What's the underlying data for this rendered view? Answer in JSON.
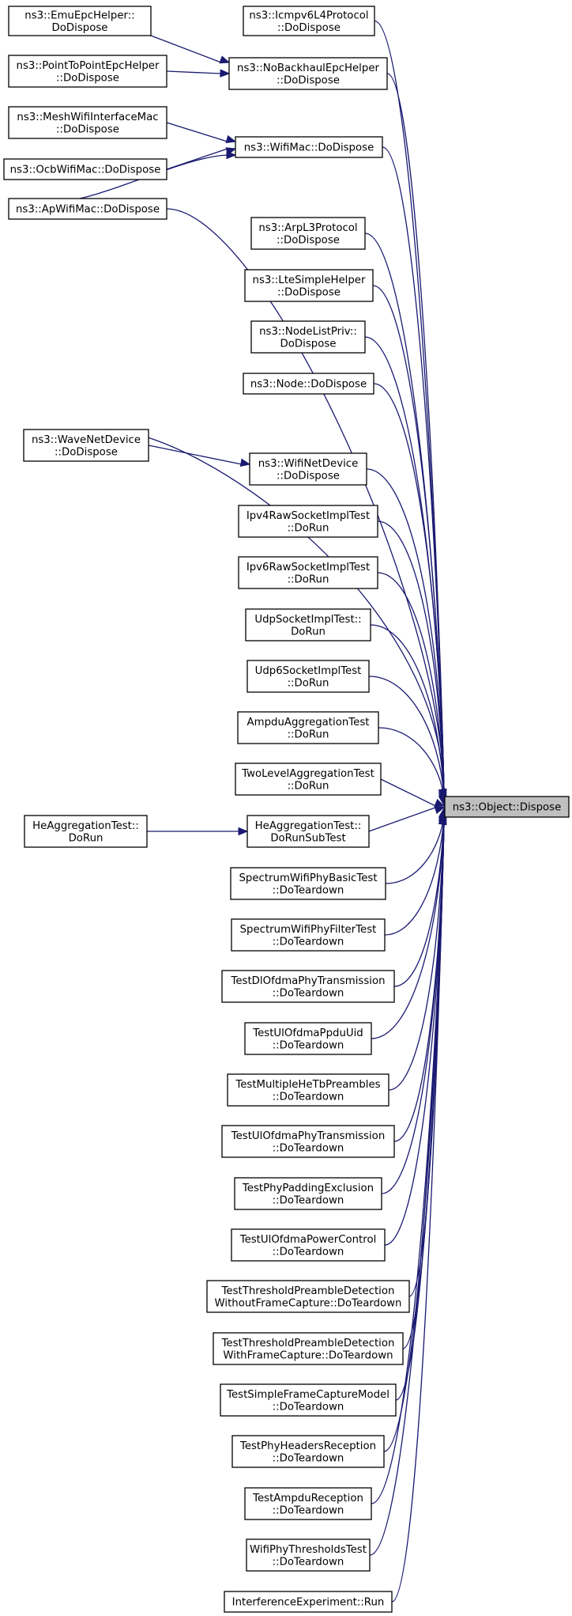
{
  "diagram": {
    "type": "call-graph",
    "direction": "right-to-left",
    "edge_color": "#191970",
    "target_fill": "#bfbfbf",
    "target": "ns3::Object::Dispose",
    "nodes": [
      {
        "id": "target",
        "lines": [
          "ns3::Object::Dispose"
        ]
      },
      {
        "id": "icmpv6l4",
        "lines": [
          "ns3::Icmpv6L4Protocol",
          "::DoDispose"
        ]
      },
      {
        "id": "emuepc",
        "lines": [
          "ns3::EmuEpcHelper::",
          "DoDispose"
        ]
      },
      {
        "id": "nobackhaul",
        "lines": [
          "ns3::NoBackhaulEpcHelper",
          "::DoDispose"
        ]
      },
      {
        "id": "p2pepc",
        "lines": [
          "ns3::PointToPointEpcHelper",
          "::DoDispose"
        ]
      },
      {
        "id": "meshwifi",
        "lines": [
          "ns3::MeshWifiInterfaceMac",
          "::DoDispose"
        ]
      },
      {
        "id": "wifimac",
        "lines": [
          "ns3::WifiMac::DoDispose"
        ]
      },
      {
        "id": "ocbwifi",
        "lines": [
          "ns3::OcbWifiMac::DoDispose"
        ]
      },
      {
        "id": "apwifi",
        "lines": [
          "ns3::ApWifiMac::DoDispose"
        ]
      },
      {
        "id": "arpl3",
        "lines": [
          "ns3::ArpL3Protocol",
          "::DoDispose"
        ]
      },
      {
        "id": "ltesimple",
        "lines": [
          "ns3::LteSimpleHelper",
          "::DoDispose"
        ]
      },
      {
        "id": "nodelistpriv",
        "lines": [
          "ns3::NodeListPriv::",
          "DoDispose"
        ]
      },
      {
        "id": "node",
        "lines": [
          "ns3::Node::DoDispose"
        ]
      },
      {
        "id": "wavenet",
        "lines": [
          "ns3::WaveNetDevice",
          "::DoDispose"
        ]
      },
      {
        "id": "wifinet",
        "lines": [
          "ns3::WifiNetDevice",
          "::DoDispose"
        ]
      },
      {
        "id": "ipv4raw",
        "lines": [
          "Ipv4RawSocketImplTest",
          "::DoRun"
        ]
      },
      {
        "id": "ipv6raw",
        "lines": [
          "Ipv6RawSocketImplTest",
          "::DoRun"
        ]
      },
      {
        "id": "udpsock",
        "lines": [
          "UdpSocketImplTest::",
          "DoRun"
        ]
      },
      {
        "id": "udp6sock",
        "lines": [
          "Udp6SocketImplTest",
          "::DoRun"
        ]
      },
      {
        "id": "ampduagg",
        "lines": [
          "AmpduAggregationTest",
          "::DoRun"
        ]
      },
      {
        "id": "twolevel",
        "lines": [
          "TwoLevelAggregationTest",
          "::DoRun"
        ]
      },
      {
        "id": "heagg",
        "lines": [
          "HeAggregationTest::",
          "DoRun"
        ]
      },
      {
        "id": "heaggsub",
        "lines": [
          "HeAggregationTest::",
          "DoRunSubTest"
        ]
      },
      {
        "id": "specbasic",
        "lines": [
          "SpectrumWifiPhyBasicTest",
          "::DoTeardown"
        ]
      },
      {
        "id": "specfilter",
        "lines": [
          "SpectrumWifiPhyFilterTest",
          "::DoTeardown"
        ]
      },
      {
        "id": "dlofdma",
        "lines": [
          "TestDlOfdmaPhyTransmission",
          "::DoTeardown"
        ]
      },
      {
        "id": "ulppdu",
        "lines": [
          "TestUlOfdmaPpduUid",
          "::DoTeardown"
        ]
      },
      {
        "id": "multihetb",
        "lines": [
          "TestMultipleHeTbPreambles",
          "::DoTeardown"
        ]
      },
      {
        "id": "ulofdmatx",
        "lines": [
          "TestUlOfdmaPhyTransmission",
          "::DoTeardown"
        ]
      },
      {
        "id": "phypadding",
        "lines": [
          "TestPhyPaddingExclusion",
          "::DoTeardown"
        ]
      },
      {
        "id": "ulpower",
        "lines": [
          "TestUlOfdmaPowerControl",
          "::DoTeardown"
        ]
      },
      {
        "id": "thrwithout",
        "lines": [
          "TestThresholdPreambleDetection",
          "WithoutFrameCapture::DoTeardown"
        ]
      },
      {
        "id": "thrwith",
        "lines": [
          "TestThresholdPreambleDetection",
          "WithFrameCapture::DoTeardown"
        ]
      },
      {
        "id": "simplecapture",
        "lines": [
          "TestSimpleFrameCaptureModel",
          "::DoTeardown"
        ]
      },
      {
        "id": "phyheaders",
        "lines": [
          "TestPhyHeadersReception",
          "::DoTeardown"
        ]
      },
      {
        "id": "ampdurx",
        "lines": [
          "TestAmpduReception",
          "::DoTeardown"
        ]
      },
      {
        "id": "wifithr",
        "lines": [
          "WifiPhyThresholdsTest",
          "::DoTeardown"
        ]
      },
      {
        "id": "interference",
        "lines": [
          "InterferenceExperiment::Run"
        ]
      }
    ],
    "edges": [
      {
        "from": "icmpv6l4",
        "to": "target"
      },
      {
        "from": "nobackhaul",
        "to": "target"
      },
      {
        "from": "emuepc",
        "to": "nobackhaul"
      },
      {
        "from": "p2pepc",
        "to": "nobackhaul"
      },
      {
        "from": "wifimac",
        "to": "target"
      },
      {
        "from": "meshwifi",
        "to": "wifimac"
      },
      {
        "from": "ocbwifi",
        "to": "wifimac"
      },
      {
        "from": "apwifi",
        "to": "wifimac"
      },
      {
        "from": "apwifi",
        "to": "target"
      },
      {
        "from": "arpl3",
        "to": "target"
      },
      {
        "from": "ltesimple",
        "to": "target"
      },
      {
        "from": "nodelistpriv",
        "to": "target"
      },
      {
        "from": "node",
        "to": "target"
      },
      {
        "from": "wavenet",
        "to": "target"
      },
      {
        "from": "wavenet",
        "to": "wifinet"
      },
      {
        "from": "wifinet",
        "to": "target"
      },
      {
        "from": "ipv4raw",
        "to": "target"
      },
      {
        "from": "ipv6raw",
        "to": "target"
      },
      {
        "from": "udpsock",
        "to": "target"
      },
      {
        "from": "udp6sock",
        "to": "target"
      },
      {
        "from": "ampduagg",
        "to": "target"
      },
      {
        "from": "twolevel",
        "to": "target"
      },
      {
        "from": "heaggsub",
        "to": "target"
      },
      {
        "from": "heagg",
        "to": "heaggsub"
      },
      {
        "from": "specbasic",
        "to": "target"
      },
      {
        "from": "specfilter",
        "to": "target"
      },
      {
        "from": "dlofdma",
        "to": "target"
      },
      {
        "from": "ulppdu",
        "to": "target"
      },
      {
        "from": "multihetb",
        "to": "target"
      },
      {
        "from": "ulofdmatx",
        "to": "target"
      },
      {
        "from": "phypadding",
        "to": "target"
      },
      {
        "from": "ulpower",
        "to": "target"
      },
      {
        "from": "thrwithout",
        "to": "target"
      },
      {
        "from": "thrwith",
        "to": "target"
      },
      {
        "from": "simplecapture",
        "to": "target"
      },
      {
        "from": "phyheaders",
        "to": "target"
      },
      {
        "from": "ampdurx",
        "to": "target"
      },
      {
        "from": "wifithr",
        "to": "target"
      },
      {
        "from": "interference",
        "to": "target"
      }
    ]
  }
}
